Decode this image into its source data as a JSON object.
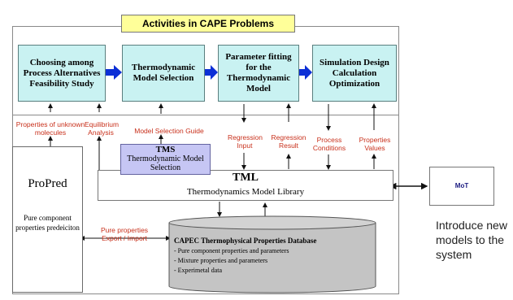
{
  "title": "Activities in CAPE Problems",
  "activities": [
    {
      "text": "Choosing among Process Alternatives Feasibility Study"
    },
    {
      "text": "Thermodynamic Model Selection"
    },
    {
      "text": "Parameter fitting for the Thermodynamic Model"
    },
    {
      "text": "Simulation Design Calculation Optimization"
    }
  ],
  "flow_labels": {
    "props_unknown": "Properties of unknown molecules",
    "equilibrium": "Equilibrium Analysis",
    "model_guide": "Model Selection Guide",
    "regression_input": "Regression Input",
    "regression_result": "Regression Result",
    "process_conditions": "Process Conditions",
    "properties_values": "Properties Values",
    "pure_props": "Pure properties Export / Import"
  },
  "propred": {
    "title": "ProPred",
    "subtitle": "Pure component properties predeiciton"
  },
  "tms": {
    "title": "TMS",
    "subtitle": "Thermodynamic Model Selection"
  },
  "tml": {
    "title": "TML",
    "subtitle": "Thermodynamics Model Library"
  },
  "database": {
    "title": "CAPEC Thermophysical Properties Database",
    "items": [
      "- Pure component properties and parameters",
      "- Mixture properties and parameters",
      "- Experimetal data"
    ]
  },
  "mot": {
    "label": "MoT"
  },
  "side_note": "Introduce new models to the system",
  "colors": {
    "activity_fill": "#c9f2f2",
    "title_fill": "#ffff99",
    "tms_fill": "#c6c6f4",
    "db_fill": "#c4c4c4",
    "flow_arrow": "#0c2fd6",
    "label_red": "#c8301b",
    "mot_fill": "#e03030"
  }
}
